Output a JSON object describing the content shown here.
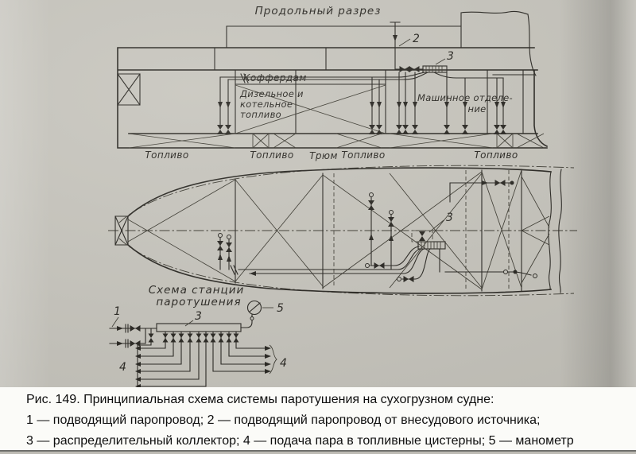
{
  "palette": {
    "paper": "#c6c4bc",
    "ink": "#26241f",
    "caption_bg": "#fbfbf8",
    "caption_text": "#0e0e0e"
  },
  "section_view": {
    "title": "Продольный разрез",
    "cofferdam_label": "Коффердам",
    "diesel_tank_label": [
      "Дизельное и",
      "котельное",
      "топливо"
    ],
    "engine_room_label": [
      "Машинное отделе-",
      "ние"
    ],
    "bottom_labels": [
      "Топливо",
      "Топливо",
      "Трюм",
      "Топливо",
      "Топливо"
    ],
    "callout_2": "2",
    "callout_3": "3"
  },
  "plan_view": {
    "callout_3": "3"
  },
  "station_view": {
    "title": [
      "Схема станции",
      "паротушения"
    ],
    "callout_1": "1",
    "callout_3": "3",
    "callout_4_left": "4",
    "callout_4_right": "4",
    "callout_5": "5"
  },
  "caption": {
    "line1": "Рис. 149. Принципиальная схема системы паротушения на сухогрузном судне:",
    "line2": "1 — подводящий паропровод; 2 — подводящий паропровод от внесудового источника;",
    "line3": "3 — распределительный коллектор; 4 — подача пара в топливные цистерны; 5 — манометр"
  }
}
